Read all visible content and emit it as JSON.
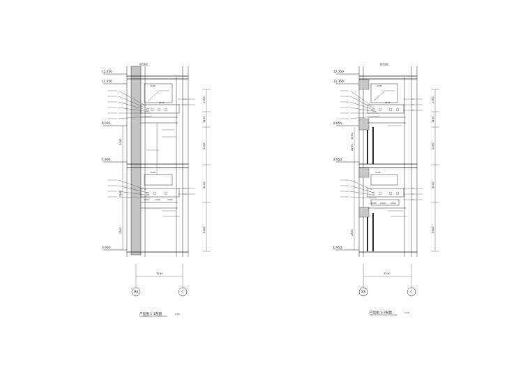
{
  "sheet": {
    "sections": [
      {
        "id": "s1",
        "title": "户型图 1-1剖面",
        "scale": "1:50",
        "levels": [
          "12.350",
          "11.350",
          "8.050",
          "4.950",
          "0.950"
        ],
        "left_dims": [
          "2000",
          "2200",
          "2500"
        ],
        "right_dims": [
          "1350",
          "1100",
          "2200",
          "1100",
          "2600"
        ],
        "bottom_dim": "3240",
        "axes": [
          "M8",
          "C"
        ],
        "top_label": "铝合金窗",
        "box_labels": [
          "1546",
          "1546"
        ],
        "small_labels": [
          "2100",
          "1300",
          "2100",
          "1200"
        ]
      },
      {
        "id": "s2",
        "title": "户型图 2-2剖面",
        "scale": "1:50",
        "levels": [
          "12.350",
          "11.350",
          "8.050",
          "4.950",
          "0.950"
        ],
        "left_dims": [
          "1450",
          "2200",
          "2500"
        ],
        "right_dims": [
          "1350",
          "1100",
          "2200",
          "1100",
          "2600"
        ],
        "bottom_dim": "3240",
        "axes": [
          "M8",
          "C"
        ],
        "top_label": "铝合金窗",
        "box_labels": [
          "1546",
          "1546"
        ],
        "small_labels": [
          "2100",
          "1300",
          "2100",
          "1200"
        ]
      }
    ]
  }
}
